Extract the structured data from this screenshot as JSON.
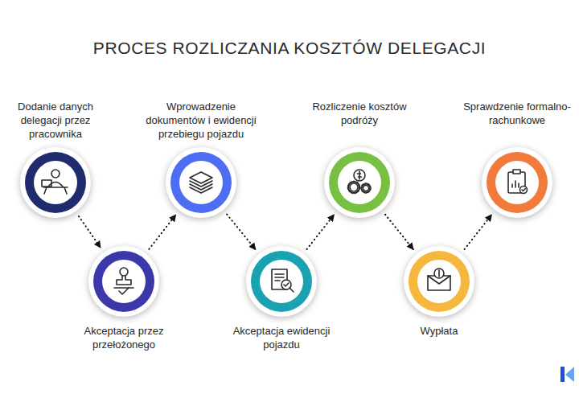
{
  "diagram": {
    "title": "PROCES ROZLICZANIA KOSZTÓW DELEGACJI",
    "nodes": [
      {
        "text": [
          "Dodanie danych delegacji przez pracownika"
        ]
      },
      {
        "text": [
          "Akceptacja przez przełożonego"
        ]
      },
      {
        "text": [
          "Wprowadzenie dokumentów i ewidencji przebiegu pojazdu"
        ]
      },
      {
        "text": [
          "Akceptacja ewidencji pojazdu"
        ]
      },
      {
        "text": [
          "Rozliczenie kosztów podróży"
        ]
      },
      {
        "text": [
          "Wypłata"
        ]
      },
      {
        "text": [
          "Sprawdzenie formalno-rachunkowe"
        ]
      }
    ],
    "edges": [
      {
        "from": 0,
        "to": 1,
        "arrow": "to"
      },
      {
        "from": 1,
        "to": 2,
        "arrow": "to"
      },
      {
        "from": 2,
        "to": 3,
        "arrow": "to"
      },
      {
        "from": 3,
        "to": 4,
        "arrow": "to"
      },
      {
        "from": 4,
        "to": 5,
        "arrow": "to"
      },
      {
        "from": 5,
        "to": 6,
        "arrow": "to"
      }
    ]
  }
}
